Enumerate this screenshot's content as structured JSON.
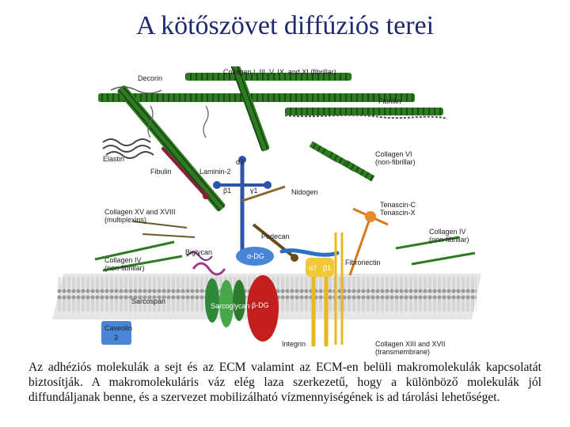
{
  "title": "A kötőszövet diffúziós terei",
  "caption": "Az adhéziós molekulák a sejt és az ECM valamint az ECM-en belüli makromolekulák kapcsolatát biztosítják. A makromolekuláris váz elég laza szerkezetű, hogy a különböző molekulák jól diffundáljanak benne, és a szervezet mobilizálható vízmennyiségének is ad tárolási lehetőséget.",
  "diagram": {
    "labels": {
      "decorin": "Decorin",
      "collagen_fibrillar": "Collagen I, III, V, IX, and XI (fibrillar)",
      "fibrillin": "Fibrillin",
      "elastin": "Elastin",
      "collagen_vi": "Collagen VI",
      "collagen_vi_sub": "(non-fibrillar)",
      "fibulin": "Fibulin",
      "laminin": "Laminin-2",
      "alpha2": "α2",
      "beta1_laminin": "β1",
      "gamma1": "γ1",
      "nidogen": "Nidogen",
      "tenascin_c": "Tenascin-C",
      "tenascin_x": "Tenascin-X",
      "collagen_xv": "Collagen XV and XVIII",
      "collagen_xv_sub": "(multiplexins)",
      "perlecan": "Perlecan",
      "collagen_iv_right": "Collagen IV",
      "collagen_iv_right_sub": "(non-fibrillar)",
      "biglycan": "Biglycan",
      "alpha_dg": "α-DG",
      "fibronectin": "Fibronectin",
      "collagen_iv_left": "Collagen IV",
      "collagen_iv_left_sub": "(non-fibrillar)",
      "alpha7": "α7",
      "beta1_integrin": "β1",
      "sarcospan": "Sarcospan",
      "sarcoglycan": "Sarcoglycan",
      "beta_dg": "β-DG",
      "caveolin": "Caveolin",
      "caveolin_num": "3",
      "integrin": "Integrin",
      "collagen_xiii": "Collagen XIII and XVII",
      "collagen_xiii_sub": "(transmembrane)"
    }
  }
}
